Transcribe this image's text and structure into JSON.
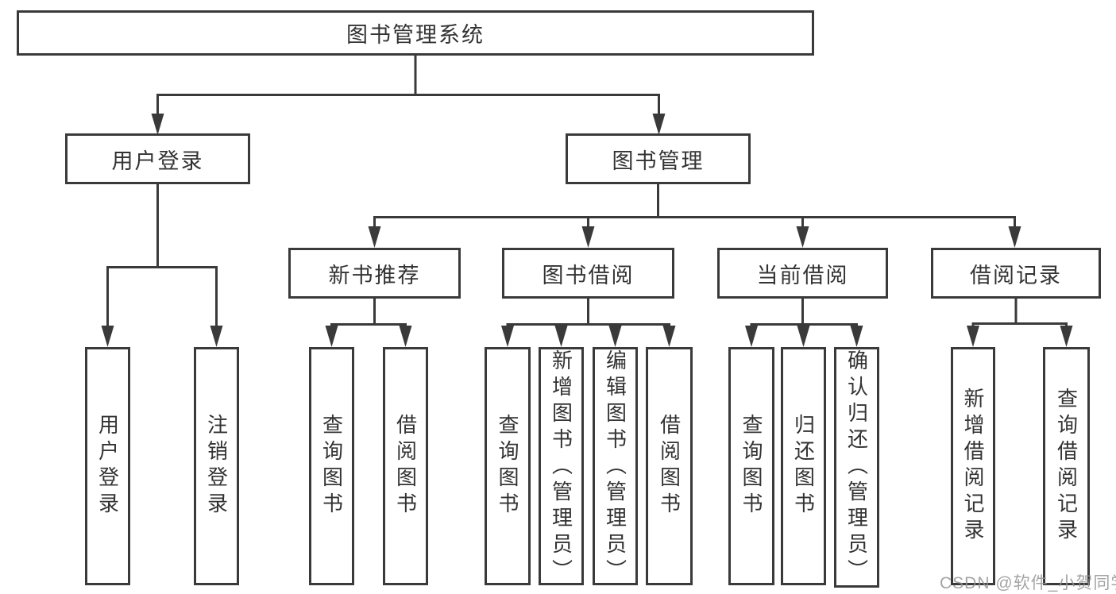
{
  "diagram": {
    "title": "图书管理系统",
    "root": {
      "label": "图书管理系统"
    },
    "level2": [
      {
        "label": "用户登录"
      },
      {
        "label": "图书管理"
      }
    ],
    "level3": [
      {
        "label": "新书推荐"
      },
      {
        "label": "图书借阅"
      },
      {
        "label": "当前借阅"
      },
      {
        "label": "借阅记录"
      }
    ],
    "leaves": {
      "user_login": [
        "用户登录",
        "注销登录"
      ],
      "new_books": [
        "查询图书",
        "借阅图书"
      ],
      "book_borrow": [
        "查询图书",
        "新增图书（管理员）",
        "编辑图书（管理员）",
        "借阅图书"
      ],
      "current_borrow": [
        "查询图书",
        "归还图书",
        "确认归还（管理员）"
      ],
      "borrow_records": [
        "新增借阅记录",
        "查询借阅记录"
      ]
    }
  },
  "watermark": "CSDN @软件_小贺同学",
  "colors": {
    "line": "#3a3a3a",
    "text": "#333333",
    "background": "#ffffff"
  }
}
